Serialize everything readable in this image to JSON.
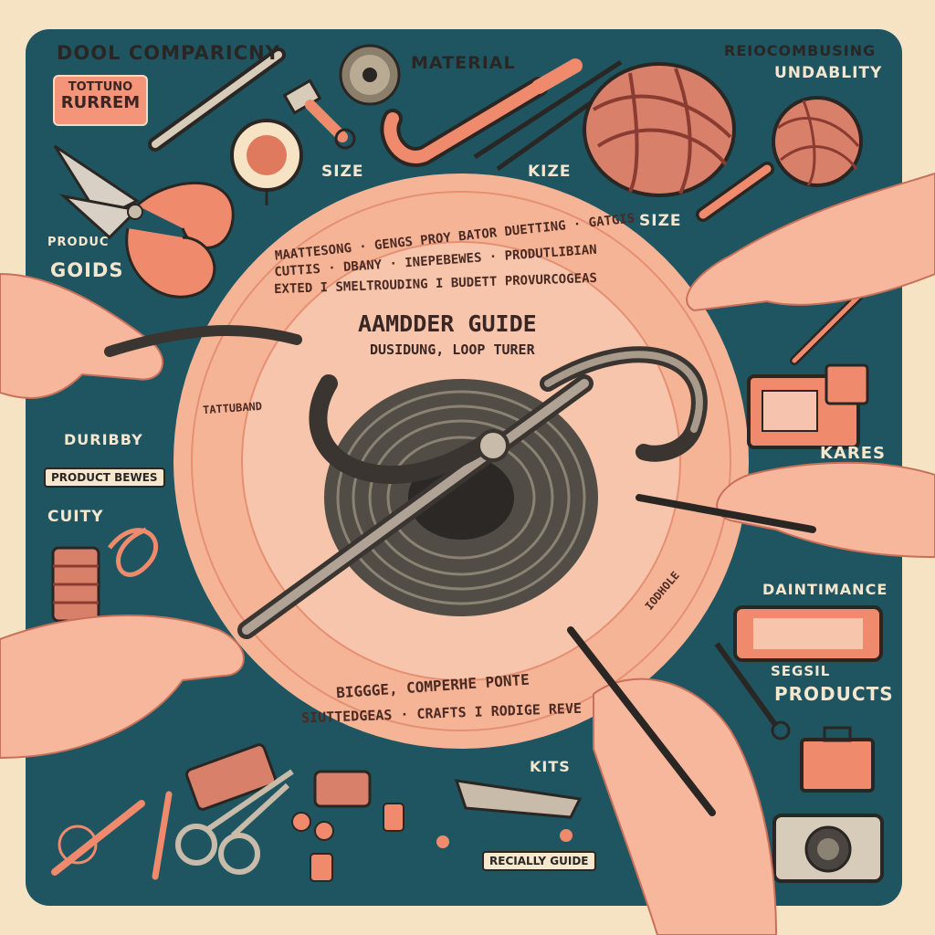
{
  "labels": {
    "dool_company": "DOOL COMPARICNY",
    "material": "MATERIAL",
    "recombusing": "REIOCOMBUSING",
    "undability": "UNDABLITY",
    "produc": "PRODUC",
    "goids": "GOIDS",
    "size_top": "SIZE",
    "kize": "KIZE",
    "size_right": "SIZE",
    "duribby": "DURIBBY",
    "cuity": "CUITY",
    "kares": "KARES",
    "daintimance": "DAINTIMANCE",
    "segsil": "SEGSIL",
    "products": "PRODUCTS",
    "kits": "KITS"
  },
  "badge": {
    "line1": "TOTTUNO",
    "line2": "RURREM"
  },
  "tags": {
    "product_bewes": "PRODUCT BEWES",
    "recially_guide": "RECIALLY GUIDE"
  },
  "guide": {
    "title": "AAMDDER GUIDE",
    "subtitle": "DUSIDUNG, LOOP TURER",
    "ring_line1": "MAATTESONG · GENGS PROY BATOR DUETTING · GATGIS",
    "ring_line2": "CUTTIS · DBANY · INEPEBEWES · PRODUTLIBIAN",
    "ring_line3": "EXTED I SMELTROUDING I BUDETT PROVURCOGEAS",
    "ring_bottom1": "BIGGGE, COMPERHE PONTE",
    "ring_bottom2": "SIUTTEDGEAS · CRAFTS I RODIGE REVE",
    "ring_left": "TATTUBAND",
    "ring_right": "IODHOLE"
  },
  "colors": {
    "background": "#f6e3c4",
    "panel": "#1f5561",
    "disc": "#f6b497",
    "coral": "#f08a6c",
    "skin": "#f7b79c",
    "dark": "#2a2623"
  }
}
